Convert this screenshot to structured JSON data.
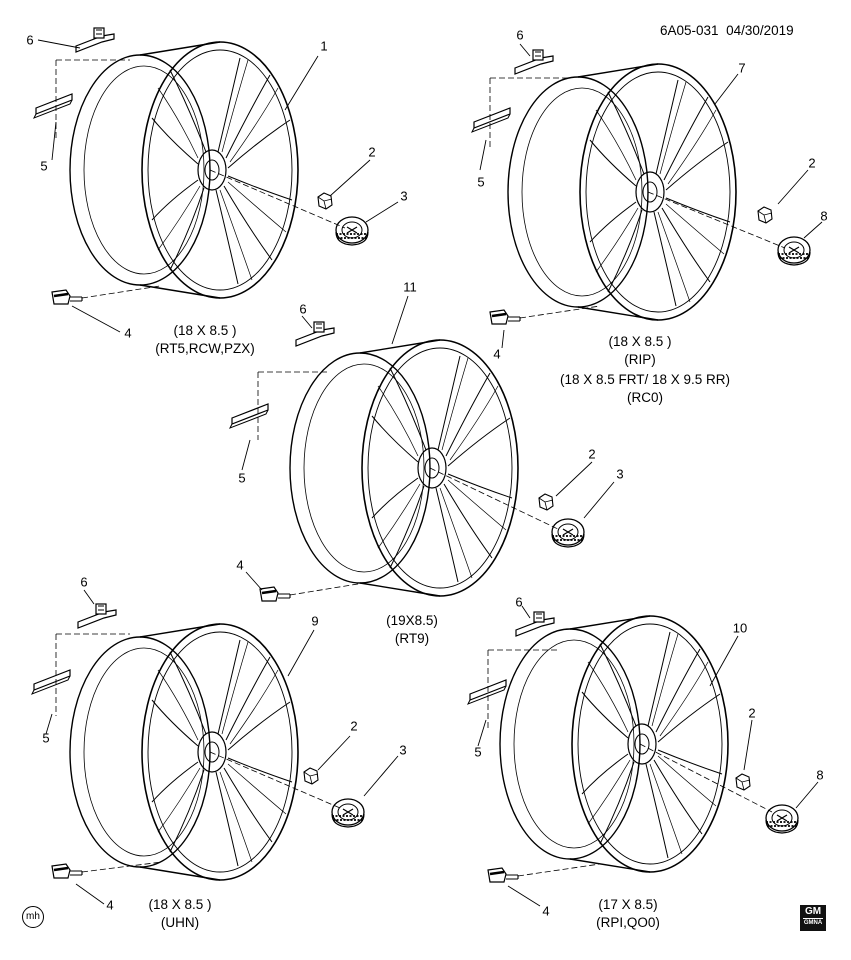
{
  "header": {
    "drawing_id": "6A05-031",
    "date": "04/30/2019"
  },
  "callouts": {
    "n1": "1",
    "n2": "2",
    "n3": "3",
    "n4": "4",
    "n5": "5",
    "n6": "6",
    "n7": "7",
    "n8": "8",
    "n9": "9",
    "n10": "10",
    "n11": "11"
  },
  "wheels": [
    {
      "id": "wheel-1",
      "size": "(18 X 8.5 )",
      "codes": "(RT5,RCW,PZX)"
    },
    {
      "id": "wheel-7",
      "size": "(18 X 8.5 )",
      "codes": "(RIP)",
      "alt_size": "(18 X 8.5 FRT/ 18 X 9.5 RR)",
      "alt_codes": "(RC0)"
    },
    {
      "id": "wheel-11",
      "size": "(19X8.5)",
      "codes": "(RT9)"
    },
    {
      "id": "wheel-9",
      "size": "(18 X 8.5 )",
      "codes": "(UHN)"
    },
    {
      "id": "wheel-10",
      "size": "(17 X 8.5)",
      "codes": "(RPI,QO0)"
    }
  ],
  "footer": {
    "mh_mark": "mh",
    "gm_logo": "GM",
    "gm_sub": "GMNA"
  },
  "icons": [
    "wheel-icon",
    "lug-nut-icon",
    "center-cap-icon",
    "tpms-valve-icon",
    "balance-weight-icon"
  ]
}
